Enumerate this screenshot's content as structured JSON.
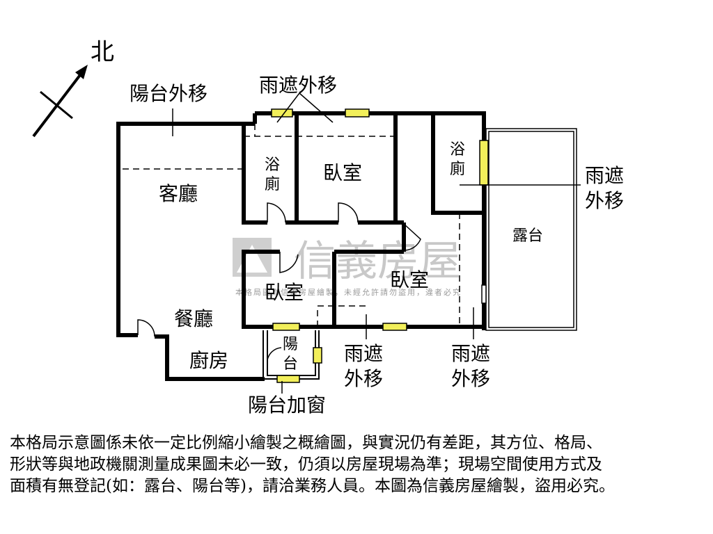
{
  "compass": {
    "north": "北"
  },
  "labels": {
    "balcony_moved": "陽台外移",
    "awning_top": "雨遮外移",
    "bath_left_1": "浴",
    "bath_left_2": "廁",
    "bath_right_1": "浴",
    "bath_right_2": "廁",
    "bedroom_top": "臥室",
    "living_room": "客廳",
    "dining_room": "餐廳",
    "kitchen": "廚房",
    "bedroom_left": "臥室",
    "bedroom_right": "臥室",
    "balcony_small_1": "陽",
    "balcony_small_2": "台",
    "terrace": "露台",
    "awning_right_1": "雨遮",
    "awning_right_2": "外移",
    "awning_mid_1": "雨遮",
    "awning_mid_2": "外移",
    "awning_low_1": "雨遮",
    "awning_low_2": "外移",
    "balcony_window": "陽台加窗"
  },
  "watermark": {
    "brand": "信義房屋",
    "notice": "本格局圖為信義房屋繪製，未經允許請勿盜用，違者必究"
  },
  "disclaimer": [
    "本格局示意圖係未依一定比例縮小繪製之概繪圖，與實況仍有差距，其方位、格局、",
    "形狀等與地政機關測量成果圖未必一致，仍須以房屋現場為準；現場空間使用方式及",
    "面積有無登記(如：露台、陽台等)，請洽業務人員。本圖為信義房屋繪製，盜用必究。"
  ],
  "colors": {
    "wall": "#000000",
    "window": "#f2ef5a",
    "watermark": "#c8c8c8"
  }
}
